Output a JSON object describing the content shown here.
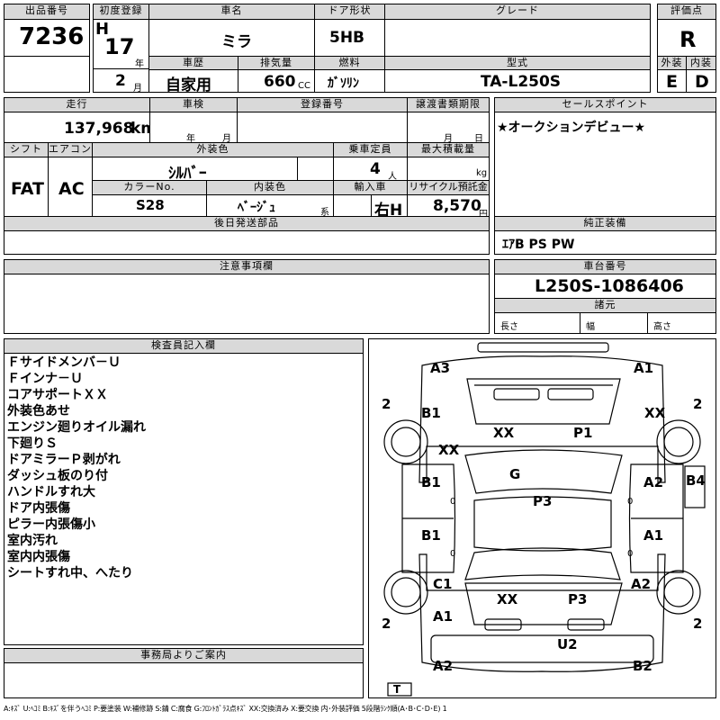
{
  "headers": {
    "lot_no": "出品番号",
    "first_reg": "初度登録",
    "car_name": "車名",
    "door": "ドア形状",
    "grade": "グレード",
    "score": "評価点",
    "shaken_type": "車歴",
    "displacement": "排気量",
    "fuel": "燃料",
    "model": "型式",
    "exterior": "外装",
    "interior": "内装",
    "mileage": "走行",
    "inspection": "車検",
    "reg_no": "登録番号",
    "transfer_deadline": "譲渡書類期限",
    "sales_point": "セールスポイント",
    "shift": "シフト",
    "aircon": "エアコン",
    "ext_color": "外装色",
    "capacity": "乗車定員",
    "max_load": "最大積載量",
    "color_no": "カラーNo.",
    "int_color": "内装色",
    "import": "輸入車",
    "recycle": "リサイクル預託金",
    "later_parts": "後日発送部品",
    "genuine_equip": "純正装備",
    "caution": "注意事項欄",
    "chassis_no": "車台番号",
    "dimensions": "諸元",
    "inspector": "検査員記入欄",
    "office": "事務局よりご案内"
  },
  "values": {
    "lot_no": "7236",
    "era": "H",
    "year": "17",
    "year_unit": "年",
    "month": "2",
    "month_unit": "月",
    "car_name": "ミラ",
    "door": "5HB",
    "grade": "",
    "score": "R",
    "shaken_type": "自家用",
    "displacement": "660",
    "cc": "CC",
    "fuel": "ｶﾞｿﾘﾝ",
    "model": "TA-L250S",
    "exterior": "E",
    "interior": "D",
    "mileage": "137,968",
    "km": "km",
    "insp_year": "年",
    "insp_month": "月",
    "transfer_month": "月",
    "transfer_day": "日",
    "sales_point": "★オークションデビュー★",
    "shift": "FAT",
    "aircon": "AC",
    "ext_color": "ｼﾙﾊﾞｰ",
    "capacity": "4",
    "capacity_unit": "人",
    "max_load_unit": "kg",
    "color_no": "S28",
    "int_color": "ﾍﾞｰｼﾞｭ",
    "int_color_unit": "系",
    "import": "右H",
    "recycle": "8,570",
    "recycle_unit": "円",
    "genuine_equip": "ｴｱB PS PW",
    "chassis_no": "L250S-1086406",
    "length": "長さ",
    "width": "幅",
    "height": "高さ"
  },
  "inspector_notes": [
    "Ｆサイドメンバ－Ｕ",
    "Ｆインナ－Ｕ",
    "コアサポートＸＸ",
    "外装色あせ",
    "エンジン廻りオイル漏れ",
    "下廻りＳ",
    "ドアミラーＰ剥がれ",
    "ダッシュ板のり付",
    "ハンドルすれ大",
    "ドア内張傷",
    "ピラー内張傷小",
    "室内汚れ",
    "室内内張傷",
    "シートすれ中、へたり"
  ],
  "diagram": {
    "marks": {
      "a3": "A3",
      "a1_top": "A1",
      "b1_fl": "B1",
      "xx_fr": "XX",
      "xx_fl2": "XX",
      "xx_hood": "XX",
      "p1_hood": "P1",
      "g_glass": "G",
      "b1_door_l": "B1",
      "a2_door_r": "A2",
      "b4": "B4",
      "p3_roof": "P3",
      "b1_door_rl": "B1",
      "a1_door_rr": "A1",
      "c1": "C1",
      "a2_rr": "A2",
      "a1_rl": "A1",
      "xx_trunk": "XX",
      "p3_trunk": "P3",
      "u2": "U2",
      "a2_bumper": "A2",
      "b2_bumper": "B2"
    },
    "tires": [
      "2",
      "2",
      "2",
      "2"
    ],
    "spare": "T",
    "zero": "0"
  },
  "legend": "A:ｷｽﾞ U:ﾍｺﾐ B:ｷｽﾞを伴うﾍｺﾐ P:要塗装 W:補修跡 S:錆 C:腐食 G:ﾌﾛﾝﾄｶﾞﾗｽ点ｷｽﾞ XX:交換済み X:要交換 内･外装評価 5段階ﾗﾝｸ順(A･B･C･D･E) 1"
}
